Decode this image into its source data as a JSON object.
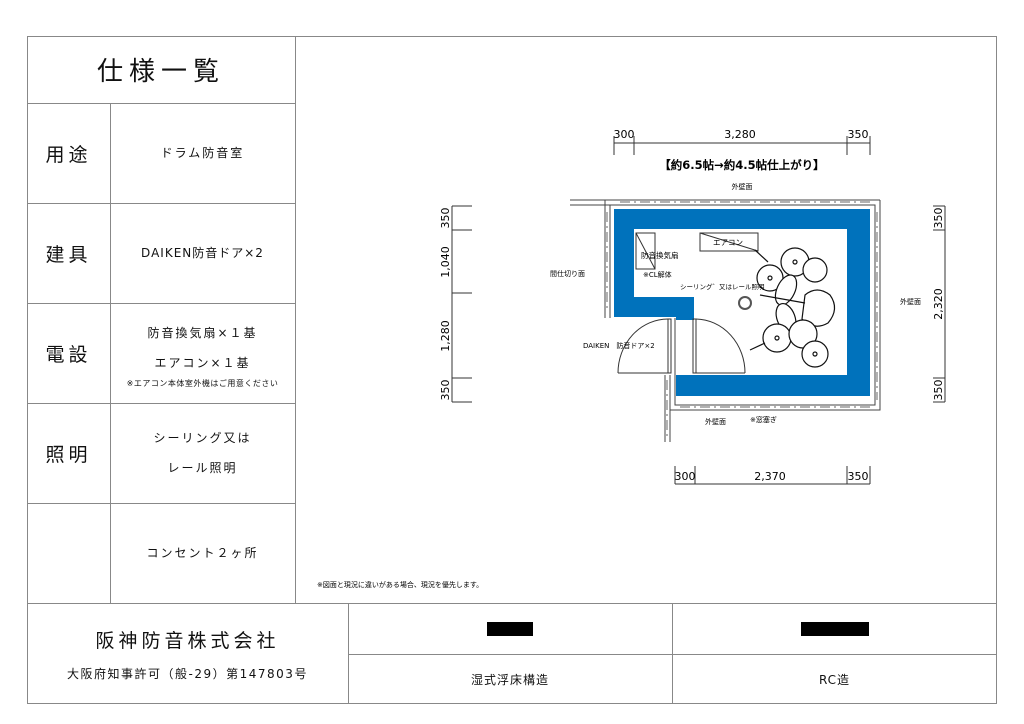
{
  "spec_table": {
    "title": "仕様一覧",
    "rows": [
      {
        "label": "用途",
        "values": [
          "ドラム防音室"
        ]
      },
      {
        "label": "建具",
        "values": [
          "DAIKEN防音ドア×2"
        ]
      },
      {
        "label": "電設",
        "values": [
          "防音換気扇×１基",
          "エアコン×１基"
        ],
        "note": "※エアコン本体室外機はご用意ください"
      },
      {
        "label": "照明",
        "values": [
          "シーリング又は",
          "レール照明"
        ]
      },
      {
        "label": "",
        "values": [
          "コンセント２ヶ所"
        ]
      }
    ]
  },
  "footer": {
    "company": "阪神防音株式会社",
    "license": "大阪府知事許可（般-29）第147803号",
    "col1": {
      "top_redacted": true,
      "bottom": "湿式浮床構造"
    },
    "col2": {
      "top_redacted": true,
      "bottom": "RC造"
    }
  },
  "drawing": {
    "dim_top": [
      "300",
      "3,280",
      "350"
    ],
    "summary": "【約6.5帖→約4.5帖仕上がり】",
    "dim_left": [
      "350",
      "1,040",
      "1,280",
      "350"
    ],
    "dim_right": [
      "350",
      "2,320",
      "350"
    ],
    "dim_bottom": [
      "300",
      "2,370",
      "350"
    ],
    "labels": {
      "outer_wall_top": "外壁面",
      "outer_wall_right": "外壁面",
      "outer_wall_bottom": "外壁面",
      "partition": "間仕切り面",
      "fan": "防音換気扇",
      "cl_demolish": "※CL解体",
      "aircon": "エアコン",
      "lighting": "シーリング゛又はレール照明",
      "door": "DAIKEN　防音ドア×2",
      "window_blocked": "※窓塞ぎ"
    },
    "disclaimer": "※図面と現況に違いがある場合、現況を優先します。",
    "colors": {
      "insulation_blue": "#0072BC",
      "line": "#333333"
    }
  }
}
